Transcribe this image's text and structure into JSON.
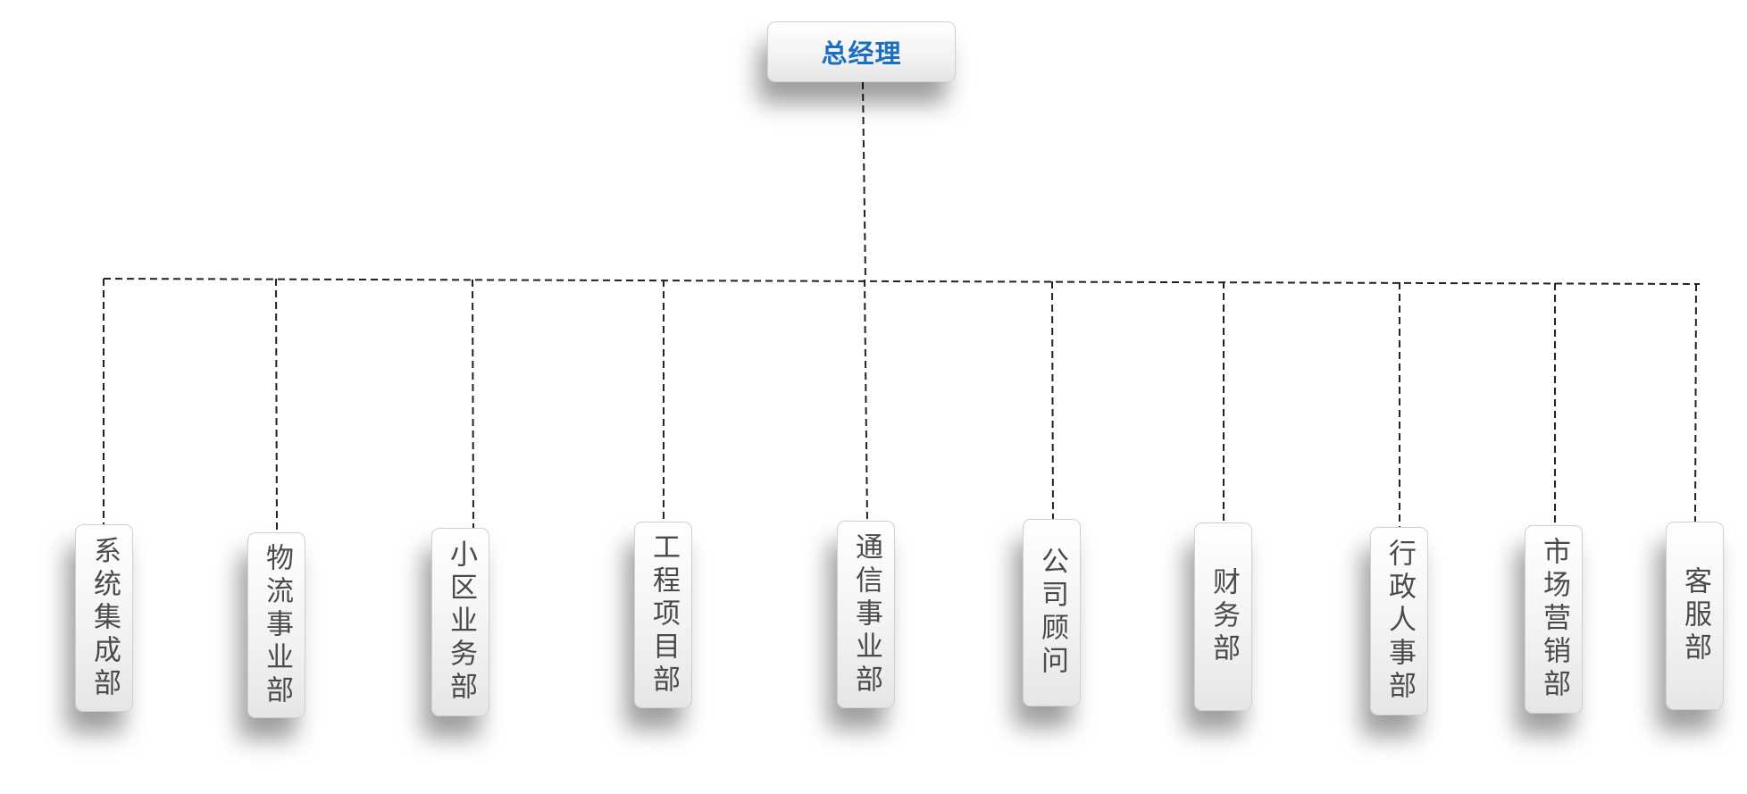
{
  "root": {
    "label": "总经理"
  },
  "departments": [
    {
      "label": "系统集成部"
    },
    {
      "label": "物流事业部"
    },
    {
      "label": "小区业务部"
    },
    {
      "label": "工程项目部"
    },
    {
      "label": "通信事业部"
    },
    {
      "label": "公司顾问"
    },
    {
      "label": "财务部"
    },
    {
      "label": "行政人事部"
    },
    {
      "label": "市场营销部"
    },
    {
      "label": "客服部"
    }
  ],
  "colors": {
    "root_text": "#1a6fc2",
    "dept_text": "#4a4a4a",
    "connector": "#222222"
  }
}
